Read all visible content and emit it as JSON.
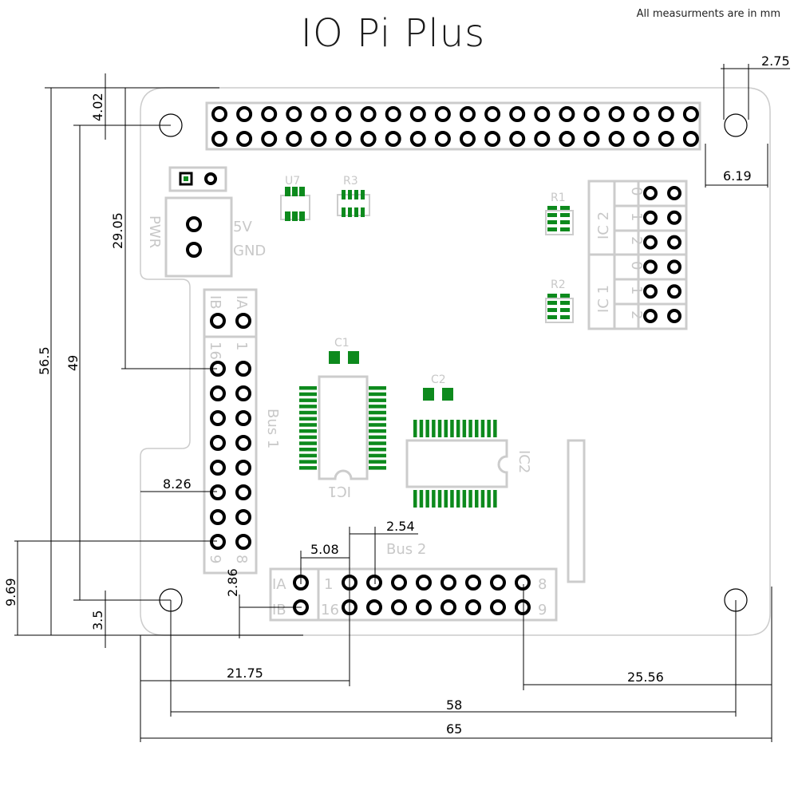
{
  "title": "IO Pi Plus",
  "note": "All measurments are in mm",
  "labels": {
    "u7": "U7",
    "r3": "R3",
    "r1": "R1",
    "r2": "R2",
    "c1": "C1",
    "c2": "C2",
    "ic1": "IC1",
    "ic2": "IC2",
    "pwr": "PWR",
    "v5": "5V",
    "gnd": "GND",
    "bus1": "Bus 1",
    "bus2": "Bus 2",
    "ia": "IA",
    "ib": "IB",
    "bus1_16": "16",
    "bus1_1": "1",
    "bus1_9": "9",
    "bus1_8": "8",
    "bus2_1": "1",
    "bus2_16": "16",
    "bus2_8": "8",
    "bus2_9": "9",
    "ic2_label": "IC 2",
    "ic1_label": "IC 1",
    "addr0a": "0",
    "addr1a": "1",
    "addr2a": "2",
    "addr0b": "0",
    "addr1b": "1",
    "addr2b": "2"
  },
  "dimensions": {
    "d_2_75": "2.75",
    "d_6_19": "6.19",
    "d_4_02": "4.02",
    "d_29_05": "29.05",
    "d_56_5": "56.5",
    "d_49": "49",
    "d_8_26": "8.26",
    "d_2_54": "2.54",
    "d_5_08": "5.08",
    "d_9_69": "9.69",
    "d_3_5": "3.5",
    "d_2_86": "2.86",
    "d_21_75": "21.75",
    "d_25_56": "25.56",
    "d_58": "58",
    "d_65": "65"
  }
}
